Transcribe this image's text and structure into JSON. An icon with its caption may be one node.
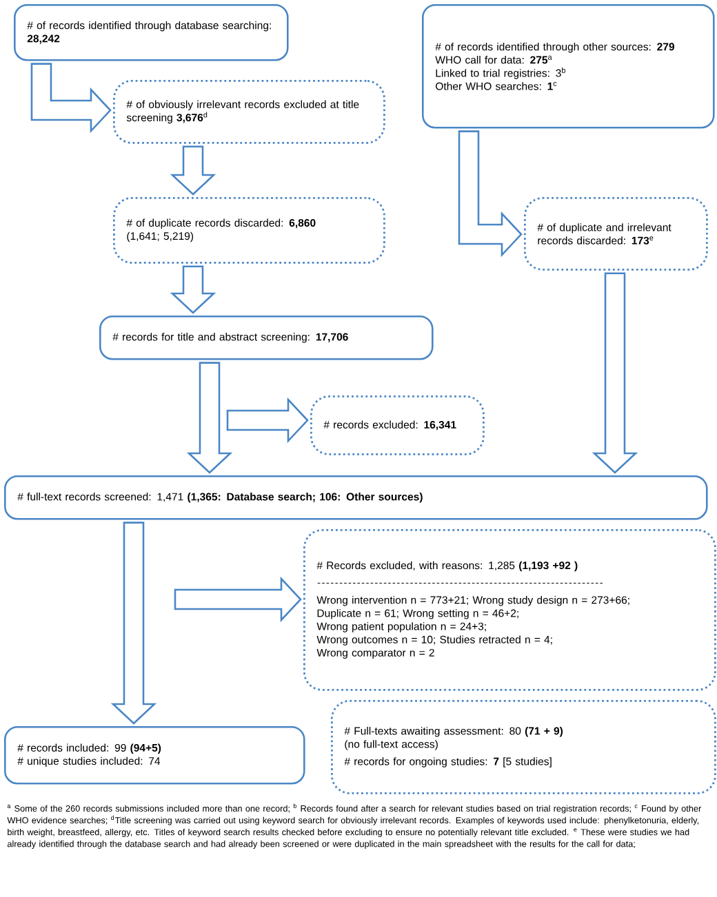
{
  "diagram": {
    "nodes": [
      {
        "text": [
          "# of records identified through database searching: **28,242**"
        ]
      },
      {
        "text": [
          "# of records identified through other sources: **279**",
          "WHO call for data: **275**$^{a}$",
          "Linked to trial registries: 3$^{b}$",
          "Other WHO searches: **1**$^{c}$"
        ]
      },
      {
        "text": [
          "# of obviously irrelevant records excluded at title screening **3,676**$^{d}$"
        ]
      },
      {
        "text": [
          "# of duplicate records discarded: **6,860**",
          "(1,641; 5,219)"
        ]
      },
      {
        "text": [
          "# of duplicate and irrelevant records discarded: **173**$^{e}$"
        ]
      },
      {
        "text": [
          "# records for title and abstract screening: **17,706**"
        ]
      },
      {
        "text": [
          "# records excluded: **16,341**"
        ]
      },
      {
        "text": [
          "# full-text records screened:  1,471 **(1,365: Database search; 106: Other sources)**"
        ]
      },
      {
        "text": [
          "# Records excluded, with reasons: 1,285 **(1,193 +92 )**",
          "Wrong intervention n = 773+21; Wrong study design n = 273+66;",
          "Duplicate n = 61; Wrong setting n = 46+2;",
          "Wrong patient population n = 24+3;",
          "Wrong outcomes n = 10; Studies retracted n = 4;",
          "Wrong comparator n = 2"
        ]
      },
      {
        "text": [
          "# records included: 99 **(94+5)**",
          "# unique studies included: 74"
        ]
      },
      {
        "text": [
          "# Full-texts awaiting assessment: 80  **(71  +  9)**",
          "(no full-text access)",
          "# records for ongoing studies: **7** [5 studies]"
        ]
      }
    ],
    "edges": [
      {
        "from": 0,
        "to": 2,
        "arrow": "to"
      },
      {
        "from": 2,
        "to": 3,
        "arrow": "to"
      },
      {
        "from": 3,
        "to": 5,
        "arrow": "to"
      },
      {
        "from": 5,
        "to": 7,
        "arrow": "to"
      },
      {
        "from": 5,
        "to": 6,
        "arrow": "to"
      },
      {
        "from": 1,
        "to": 4,
        "arrow": "to"
      },
      {
        "from": 4,
        "to": 7,
        "arrow": "to"
      },
      {
        "from": 7,
        "to": 9,
        "arrow": "to"
      },
      {
        "from": 7,
        "to": 8,
        "arrow": "to"
      }
    ],
    "labels": [
      "$^{a}$ Some of the 260 records submissions included more than one record; $^{b}$ Records found after a search for relevant studies based on trial registration records; $^{c}$ Found by other WHO evidence searches; $^{d}$Title screening was carried out using keyword search for obviously irrelevant records. Examples of keywords used include: phenylketonuria, elderly, birth weight, breastfeed, allergy, etc. Titles of keyword search results checked before excluding to ensure no potentially relevant title excluded. $^{e}$ These were studies we had already identified through the database search and had already been screened or were duplicated in the main spreadsheet with the results for the call for data;"
    ]
  }
}
